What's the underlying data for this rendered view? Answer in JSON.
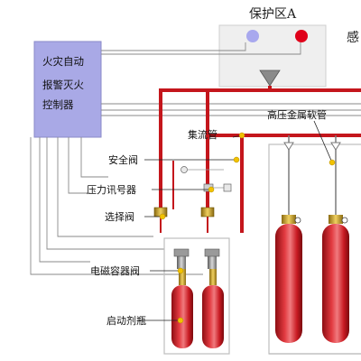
{
  "protection_zone": {
    "title": "保护区A",
    "side_text": "感"
  },
  "controller": {
    "lines": [
      "火灾自动",
      "报警灭火",
      "控制器"
    ]
  },
  "labels": {
    "header_pipe": "集流管",
    "hose": "高压金属软管",
    "safety_valve": "安全阀",
    "pressure_switch": "压力讯号器",
    "selector_valve": "选择阀",
    "solenoid_valve": "电磁容器阀",
    "starter_bottle": "启动剂瓶"
  },
  "colors": {
    "pipe_red": "#c4161c",
    "cylinder_red": "#d2222a",
    "controller_fill": "#a9a9e6",
    "zone_fill": "#efefef",
    "wire": "#888888",
    "marker": "#f2c200",
    "detector_blue": "#a8a8ee",
    "detector_red": "#e0001a"
  }
}
